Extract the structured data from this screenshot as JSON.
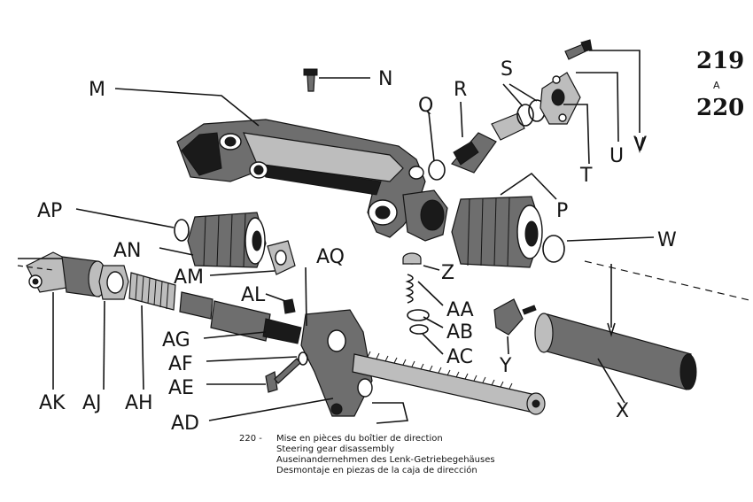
{
  "page_numbers": {
    "top": "219",
    "mid": "A",
    "bottom": "220"
  },
  "caption": {
    "number": "220 -",
    "lines": [
      "Mise en pièces du boîtier de direction",
      "Steering gear disassembly",
      "Auseinandernehmen des Lenk-Getriebegehäuses",
      "Desmontaje en piezas de la caja de dirección"
    ]
  },
  "labels": {
    "M": "M",
    "N": "N",
    "Q": "Q",
    "R": "R",
    "S": "S",
    "T": "T",
    "U": "U",
    "V": "V",
    "P": "P",
    "W": "W",
    "Z": "Z",
    "AA": "AA",
    "AB": "AB",
    "AC": "AC",
    "Y": "Y",
    "X": "X",
    "AP": "AP",
    "AN": "AN",
    "AM": "AM",
    "AL": "AL",
    "AQ": "AQ",
    "AG": "AG",
    "AF": "AF",
    "AE": "AE",
    "AD": "AD",
    "AK": "AK",
    "AJ": "AJ",
    "AH": "AH"
  }
}
